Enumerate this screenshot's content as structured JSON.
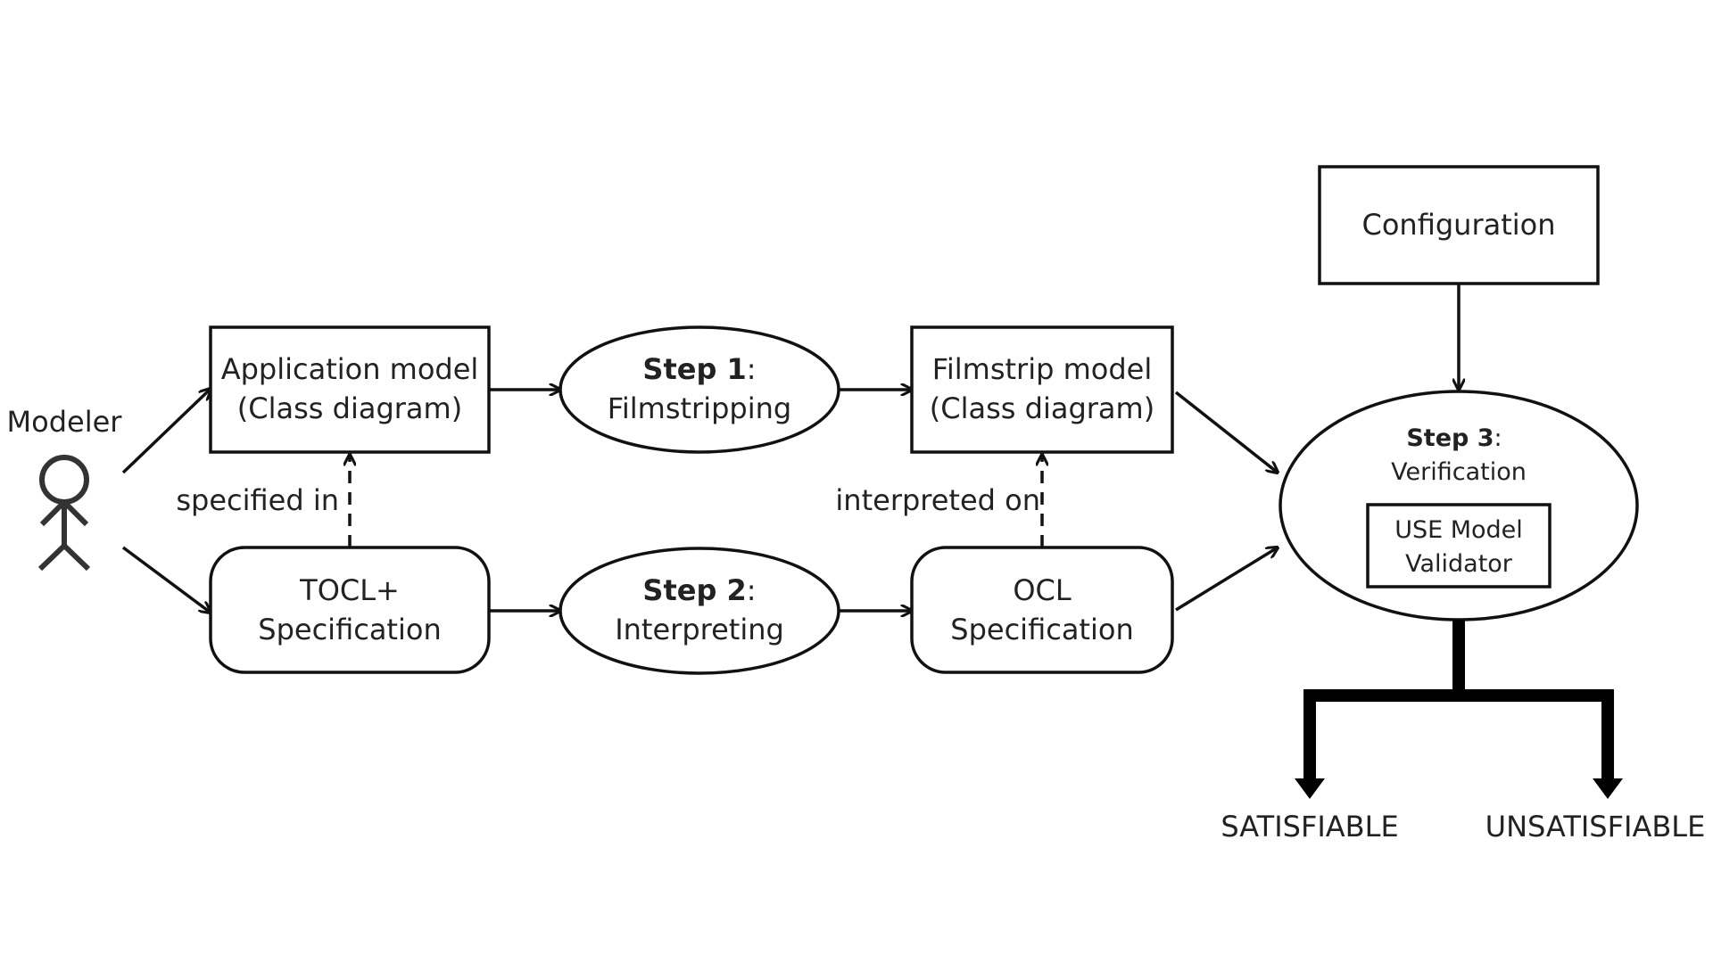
{
  "actor": {
    "label": "Modeler"
  },
  "nodes": {
    "application_model": {
      "line1": "Application model",
      "line2": "(Class diagram)"
    },
    "tocl_spec": {
      "line1": "TOCL+",
      "line2": "Specification"
    },
    "step1": {
      "bold": "Step 1",
      "suffix": ":",
      "line2": "Filmstripping"
    },
    "step2": {
      "bold": "Step 2",
      "suffix": ":",
      "line2": "Interpreting"
    },
    "filmstrip_model": {
      "line1": "Filmstrip model",
      "line2": "(Class diagram)"
    },
    "ocl_spec": {
      "line1": "OCL",
      "line2": "Specification"
    },
    "configuration": {
      "label": "Configuration"
    },
    "step3": {
      "bold": "Step 3",
      "suffix": ":",
      "line2": "Verification"
    },
    "validator": {
      "line1": "USE Model",
      "line2": "Validator"
    }
  },
  "edge_labels": {
    "specified_in": "specified in",
    "interpreted_on": "interpreted on"
  },
  "outcomes": {
    "satisfiable": "SATISFIABLE",
    "unsatisfiable": "UNSATISFIABLE"
  }
}
